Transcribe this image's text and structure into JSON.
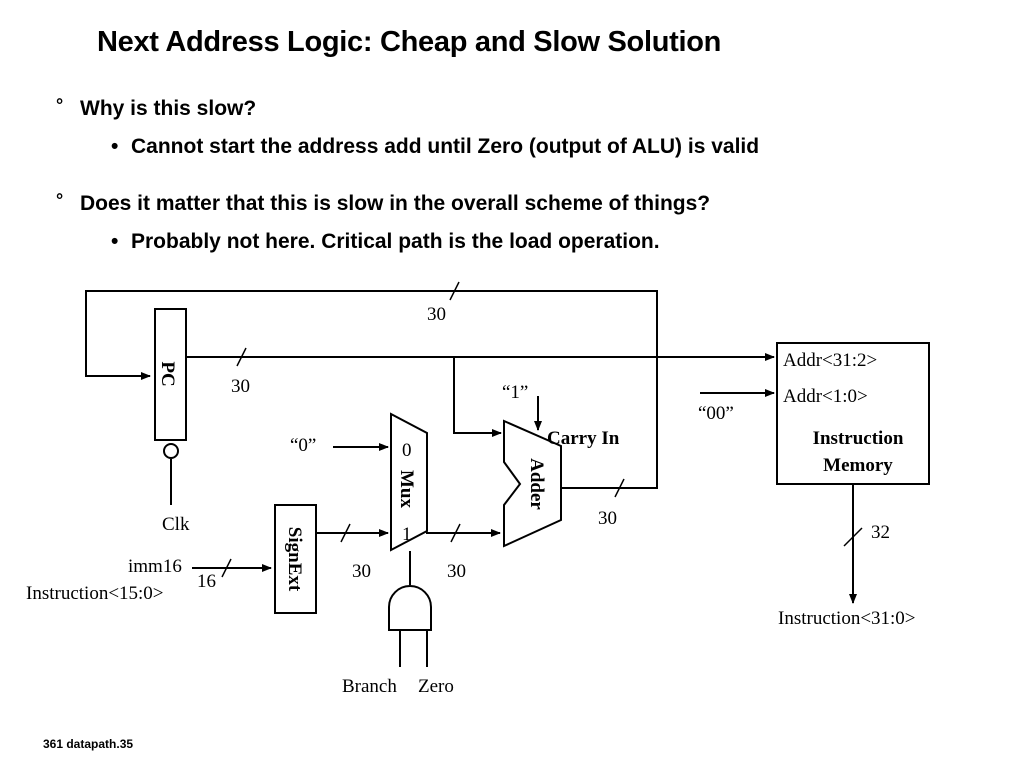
{
  "slide": {
    "title": "Next Address Logic: Cheap and Slow Solution",
    "bullets": [
      {
        "text": "Why is this slow?",
        "sub": "Cannot start the address add until Zero (output of ALU) is valid"
      },
      {
        "text": "Does it matter that this is slow in the overall scheme of things?",
        "sub": "Probably not here.  Critical path is the load operation."
      }
    ],
    "bullet_glyph": "°",
    "sub_glyph": "•",
    "footer": "361 datapath.35"
  },
  "diagram": {
    "pc": "PC",
    "clk": "Clk",
    "signext": "SignExt",
    "mux": "Mux",
    "mux_in0": "0",
    "mux_in1": "1",
    "adder": "Adder",
    "carry_in": "Carry In",
    "memory_line1": "Instruction",
    "memory_line2": "Memory",
    "addr_hi": "Addr<31:2>",
    "addr_lo": "Addr<1:0>",
    "const_00": "“00”",
    "const_1": "“1”",
    "const_0": "“0”",
    "imm16": "imm16",
    "instr_15_0": "Instruction<15:0>",
    "instr_31_0": "Instruction<31:0>",
    "branch": "Branch",
    "zero": "Zero",
    "w30_top": "30",
    "w30_pc": "30",
    "w30_adder": "30",
    "w30_sext": "30",
    "w30_mux": "30",
    "w16": "16",
    "w32": "32"
  }
}
